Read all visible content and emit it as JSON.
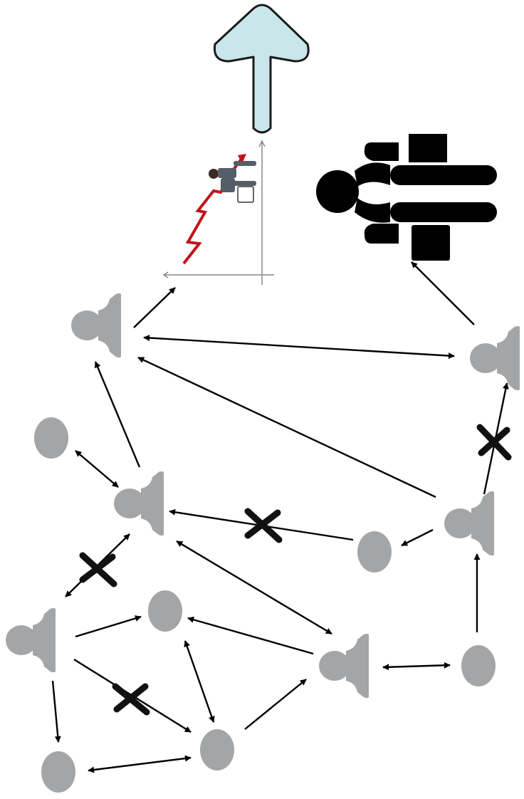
{
  "colors": {
    "node_fill": "#a3a5a6",
    "edge": "#000000",
    "cross": "#111111",
    "up_arrow_fill": "#c9e6ea",
    "up_arrow_stroke": "#1a1a1a",
    "growth_line": "#c0141a",
    "icon_black": "#000000",
    "axis": "#888888"
  },
  "nodes": [
    {
      "id": "person-top-left",
      "kind": "person"
    },
    {
      "id": "person-right-top",
      "kind": "person"
    },
    {
      "id": "circle-left-upper",
      "kind": "circle"
    },
    {
      "id": "person-center-left",
      "kind": "person"
    },
    {
      "id": "person-right-middle",
      "kind": "person"
    },
    {
      "id": "circle-center-right",
      "kind": "circle"
    },
    {
      "id": "person-bottom-left",
      "kind": "person"
    },
    {
      "id": "circle-bottom-center-upper",
      "kind": "circle"
    },
    {
      "id": "person-bottom-center-right",
      "kind": "person"
    },
    {
      "id": "circle-bottom-right",
      "kind": "circle"
    },
    {
      "id": "circle-bottom-left",
      "kind": "circle"
    },
    {
      "id": "circle-bottom-center",
      "kind": "circle"
    }
  ],
  "edges": [
    {
      "from": "person-top-left",
      "to": "growth-chart-icon",
      "direction": "forward",
      "blocked": false
    },
    {
      "from": "person-right-top",
      "to": "business-meeting-icon",
      "direction": "forward",
      "blocked": false
    },
    {
      "from": "person-top-left",
      "to": "person-right-top",
      "direction": "both",
      "blocked": false
    },
    {
      "from": "person-right-middle",
      "to": "person-top-left",
      "direction": "forward",
      "blocked": false
    },
    {
      "from": "person-center-left",
      "to": "person-top-left",
      "direction": "forward",
      "blocked": false
    },
    {
      "from": "circle-left-upper",
      "to": "person-center-left",
      "direction": "both",
      "blocked": false
    },
    {
      "from": "person-right-middle",
      "to": "person-right-top",
      "direction": "forward",
      "blocked": true
    },
    {
      "from": "circle-center-right",
      "to": "person-center-left",
      "direction": "forward",
      "blocked": true
    },
    {
      "from": "person-right-middle",
      "to": "circle-center-right",
      "direction": "forward",
      "blocked": false
    },
    {
      "from": "person-center-left",
      "to": "person-bottom-left",
      "direction": "both",
      "blocked": true
    },
    {
      "from": "person-center-left",
      "to": "person-bottom-center-right",
      "direction": "both",
      "blocked": false
    },
    {
      "from": "person-bottom-left",
      "to": "circle-bottom-center-upper",
      "direction": "forward",
      "blocked": false
    },
    {
      "from": "person-bottom-center-right",
      "to": "circle-bottom-center-upper",
      "direction": "forward",
      "blocked": false
    },
    {
      "from": "person-bottom-left",
      "to": "circle-bottom-center",
      "direction": "forward",
      "blocked": true
    },
    {
      "from": "circle-bottom-center-upper",
      "to": "circle-bottom-center",
      "direction": "both",
      "blocked": false
    },
    {
      "from": "person-bottom-left",
      "to": "circle-bottom-left",
      "direction": "forward",
      "blocked": false
    },
    {
      "from": "circle-bottom-center",
      "to": "circle-bottom-left",
      "direction": "both",
      "blocked": false
    },
    {
      "from": "circle-bottom-center",
      "to": "person-bottom-center-right",
      "direction": "forward",
      "blocked": false
    },
    {
      "from": "person-bottom-center-right",
      "to": "circle-bottom-right",
      "direction": "both",
      "blocked": false
    },
    {
      "from": "circle-bottom-right",
      "to": "person-right-middle",
      "direction": "forward",
      "blocked": false
    }
  ],
  "icons": {
    "top": "up-arrow-icon",
    "growth": "growth-chart-icon",
    "meeting": "business-meeting-icon",
    "blocked_marker": "cross-icon"
  }
}
